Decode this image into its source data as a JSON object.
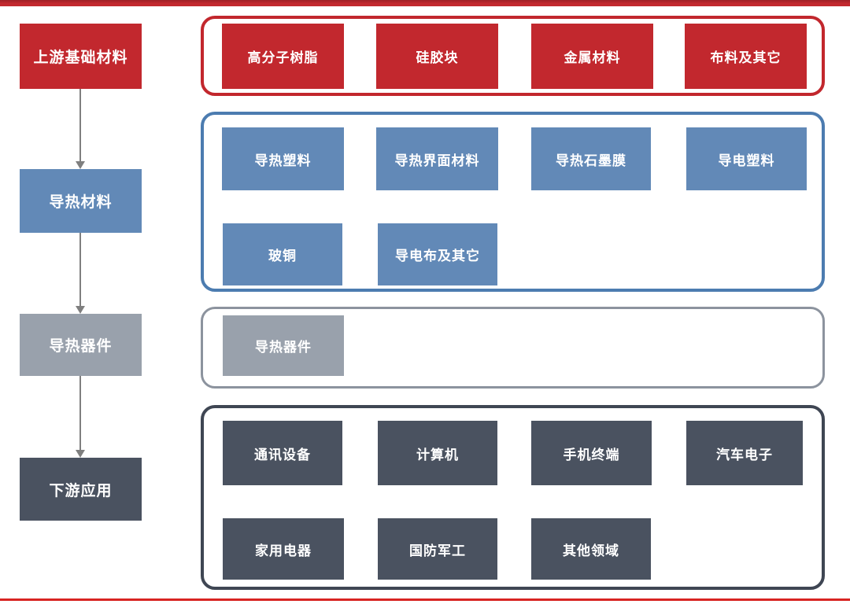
{
  "diagram": {
    "type": "industry-chain-flow",
    "language": "zh-CN"
  },
  "colors": {
    "red": "#c2282e",
    "red_border": "#c2272d",
    "blue": "#6289b7",
    "blue_border": "#4c7cb0",
    "gray": "#99a1ac",
    "gray_border": "#8c939e",
    "dark": "#4a5260",
    "dark_border": "#3f4653",
    "arrow": "#7f7f7f",
    "top_bar": "#c2282e",
    "bottom_bar": "#d82422",
    "text": "#ffffff"
  },
  "stages": [
    {
      "label": "上游基础材料"
    },
    {
      "label": "导热材料"
    },
    {
      "label": "导热器件"
    },
    {
      "label": "下游应用"
    }
  ],
  "groups": {
    "upstream": {
      "items": [
        "高分子树脂",
        "硅胶块",
        "金属材料",
        "布料及其它"
      ]
    },
    "materials": {
      "row1": [
        "导热塑料",
        "导热界面材料",
        "导热石墨膜",
        "导电塑料"
      ],
      "row2": [
        "玻铜",
        "导电布及其它"
      ]
    },
    "devices": {
      "items": [
        "导热器件"
      ]
    },
    "downstream": {
      "row1": [
        "通讯设备",
        "计算机",
        "手机终端",
        "汽车电子"
      ],
      "row2": [
        "家用电器",
        "国防军工",
        "其他领域"
      ]
    }
  }
}
